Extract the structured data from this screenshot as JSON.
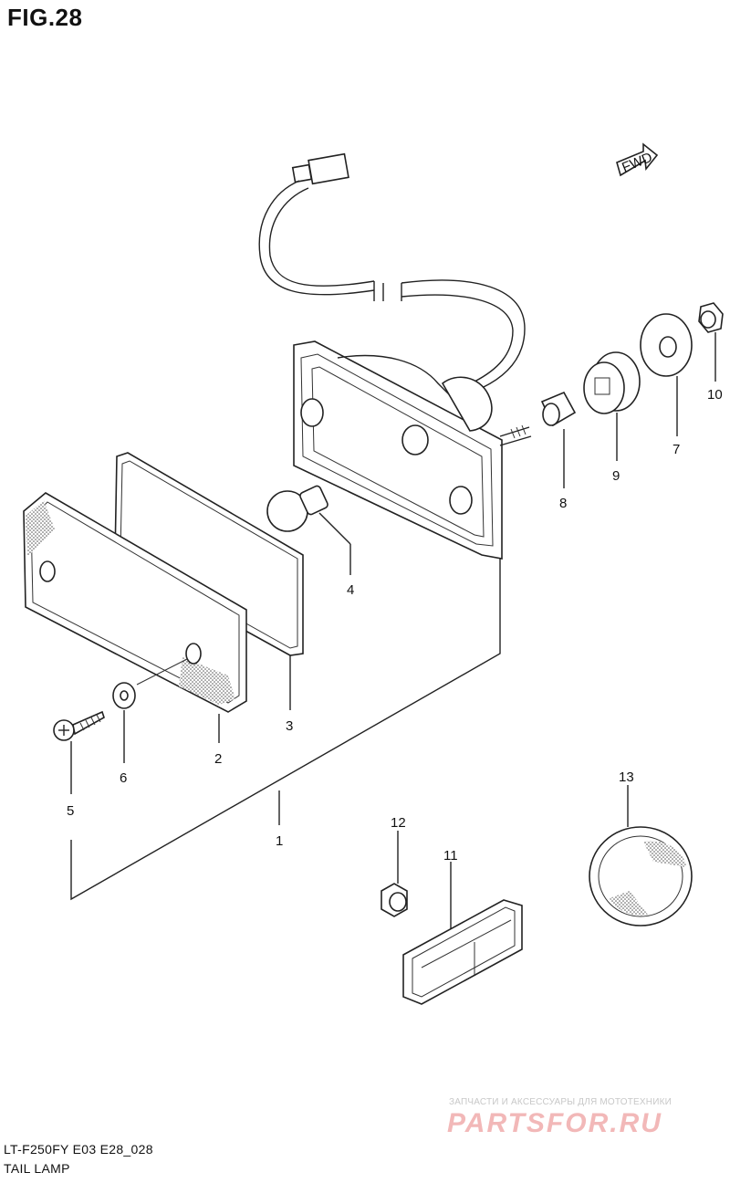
{
  "figure": {
    "title": "FIG.28",
    "direction_badge": "FWD"
  },
  "callouts": [
    {
      "id": "c1",
      "label": "1"
    },
    {
      "id": "c2",
      "label": "2"
    },
    {
      "id": "c3",
      "label": "3"
    },
    {
      "id": "c4",
      "label": "4"
    },
    {
      "id": "c5",
      "label": "5"
    },
    {
      "id": "c6",
      "label": "6"
    },
    {
      "id": "c7",
      "label": "7"
    },
    {
      "id": "c8",
      "label": "8"
    },
    {
      "id": "c9",
      "label": "9"
    },
    {
      "id": "c10",
      "label": "10"
    },
    {
      "id": "c11",
      "label": "11"
    },
    {
      "id": "c12",
      "label": "12"
    },
    {
      "id": "c13",
      "label": "13"
    }
  ],
  "footer": {
    "model_code": "LT-F250FY E03 E28_028",
    "section_name": "TAIL LAMP"
  },
  "watermark": {
    "tagline": "ЗАПЧАСТИ И АКСЕССУАРЫ ДЛЯ МОТОТЕХНИКИ",
    "site": "PARTSFOR.RU"
  }
}
